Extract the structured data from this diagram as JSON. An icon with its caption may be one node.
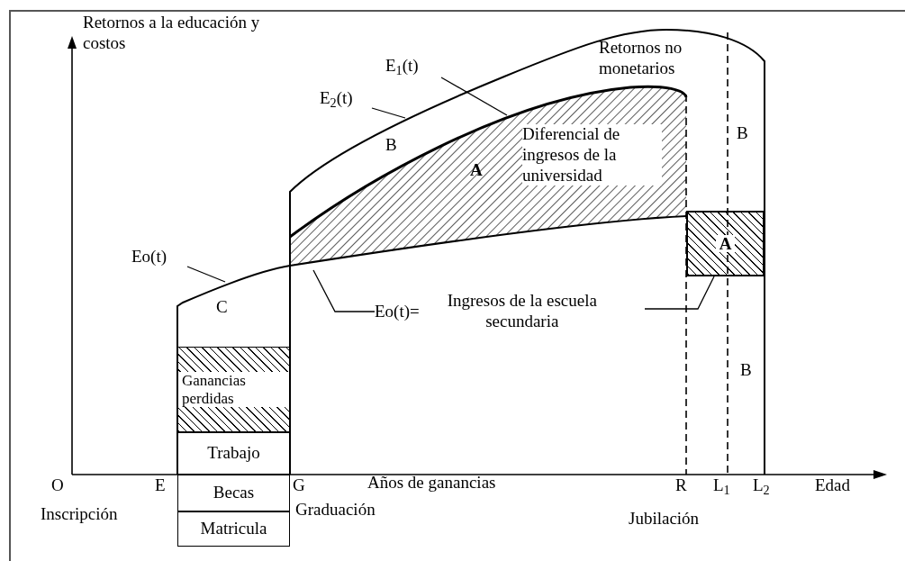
{
  "diagram": {
    "nodes": [
      {
        "text": [
          "E$_{1}$(t)"
        ]
      },
      {
        "text": [
          "E$_{2}$(t)"
        ]
      },
      {
        "text": [
          "A"
        ]
      },
      {
        "text": [
          "Eo(t)"
        ]
      },
      {
        "text": [
          "Eo(t)=",
          "Ingresos de la escuela secundaria"
        ]
      },
      {
        "text": [
          "Ganancias perdidas"
        ]
      },
      {
        "text": [
          "Trabajo"
        ]
      },
      {
        "text": [
          "Becas"
        ]
      },
      {
        "text": [
          "Matricula"
        ]
      }
    ],
    "edges": [
      {
        "from": 0,
        "to": null,
        "arrow": "none"
      },
      {
        "from": 1,
        "to": null,
        "arrow": "none"
      },
      {
        "from": 3,
        "to": null,
        "arrow": "none"
      },
      {
        "from": 4,
        "to": null,
        "arrow": "none"
      },
      {
        "from": 4,
        "to": 2,
        "arrow": "none"
      }
    ],
    "labels": [
      "Retornos a la educación y costos",
      "Retornos no monetarios",
      "B",
      "Diferencial de ingresos de la universidad",
      "A",
      "B",
      "C",
      "B",
      "O",
      "E",
      "G",
      "Años de ganancias",
      "R",
      "L$_{1}$",
      "L$_{2}$",
      "Edad",
      "Inscripción",
      "Graduación",
      "Jubilación"
    ]
  }
}
